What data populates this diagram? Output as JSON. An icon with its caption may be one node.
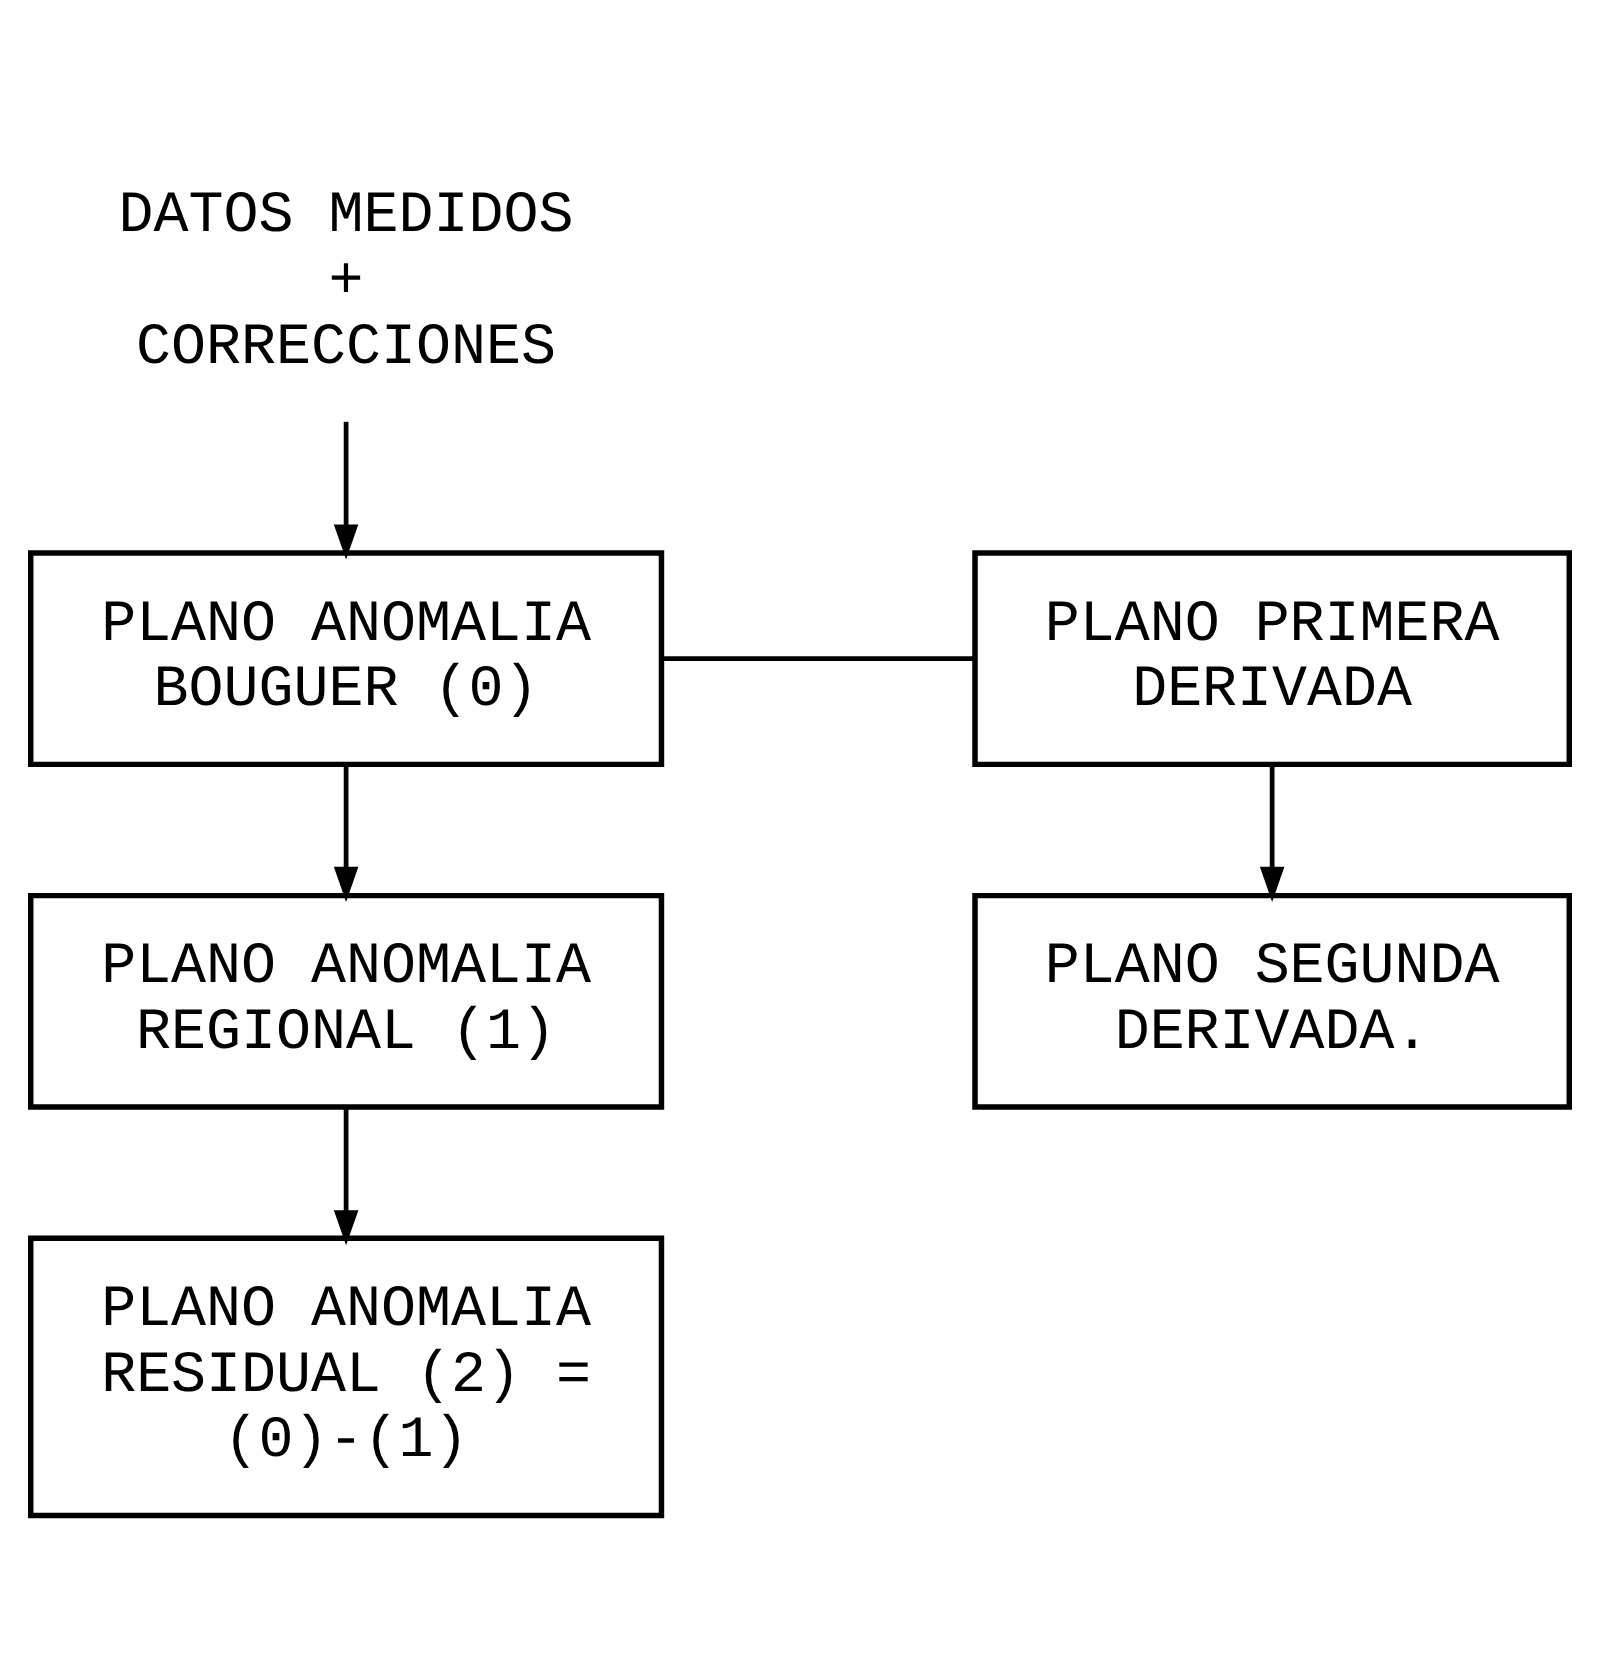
{
  "diagram": {
    "nodes": [
      {
        "text": [
          "DATOS MEDIDOS + CORRECCIONES"
        ]
      },
      {
        "text": [
          "PLANO ANOMALIA BOUGUER (0)"
        ]
      },
      {
        "text": [
          "PLANO PRIMERA DERIVADA"
        ]
      },
      {
        "text": [
          "PLANO ANOMALIA REGIONAL (1)"
        ]
      },
      {
        "text": [
          "PLANO SEGUNDA DERIVADA."
        ]
      },
      {
        "text": [
          "PLANO ANOMALIA RESIDUAL (2) = (0)-(1)"
        ]
      }
    ],
    "edges": [
      {
        "from": 0,
        "to": 1,
        "arrow": "to"
      },
      {
        "from": 1,
        "to": 2,
        "arrow": "none"
      },
      {
        "from": 1,
        "to": 3,
        "arrow": "to"
      },
      {
        "from": 2,
        "to": 4,
        "arrow": "to"
      },
      {
        "from": 3,
        "to": 5,
        "arrow": "to"
      }
    ]
  }
}
